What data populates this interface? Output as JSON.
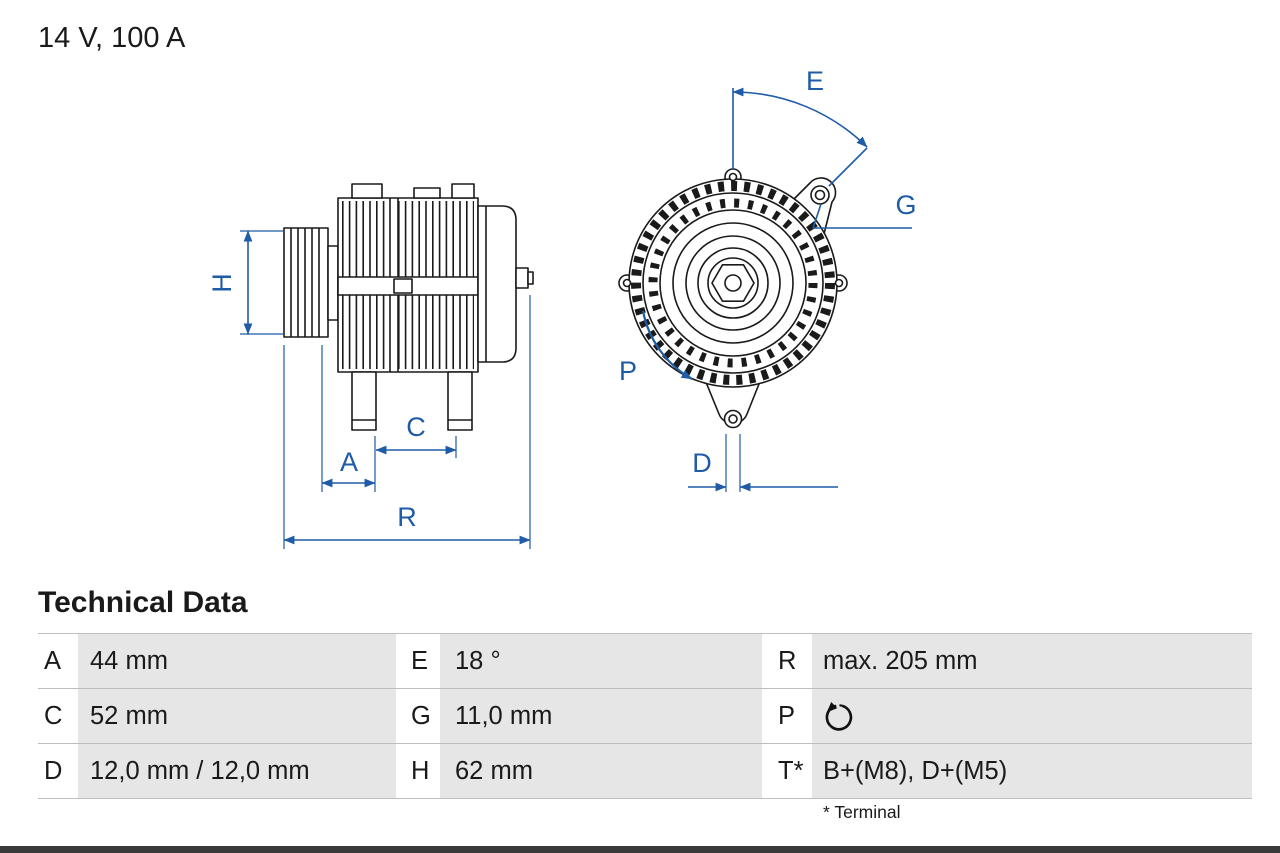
{
  "colors": {
    "dimension_blue": "#1f5ba6",
    "drawing_ink": "#1a1a1a",
    "table_cell_gray": "#e6e6e6",
    "bottom_bar": "#3a3a3a"
  },
  "header": {
    "title": "14 V, 100 A"
  },
  "drawing": {
    "labels": {
      "H": "H",
      "A": "A",
      "C": "C",
      "R": "R",
      "E": "E",
      "G": "G",
      "P": "P",
      "D": "D"
    }
  },
  "table": {
    "heading": "Technical Data",
    "rows": [
      [
        {
          "key": "A",
          "value": "44 mm"
        },
        {
          "key": "E",
          "value": "18 °"
        },
        {
          "key": "R",
          "value": "max. 205 mm"
        }
      ],
      [
        {
          "key": "C",
          "value": "52 mm"
        },
        {
          "key": "G",
          "value": "11,0 mm"
        },
        {
          "key": "P",
          "icon": "rotation-counterclockwise-icon"
        }
      ],
      [
        {
          "key": "D",
          "value": "12,0 mm / 12,0 mm"
        },
        {
          "key": "H",
          "value": "62 mm"
        },
        {
          "key": "T*",
          "value": "B+(M8), D+(M5)"
        }
      ]
    ],
    "footnote": "* Terminal"
  }
}
